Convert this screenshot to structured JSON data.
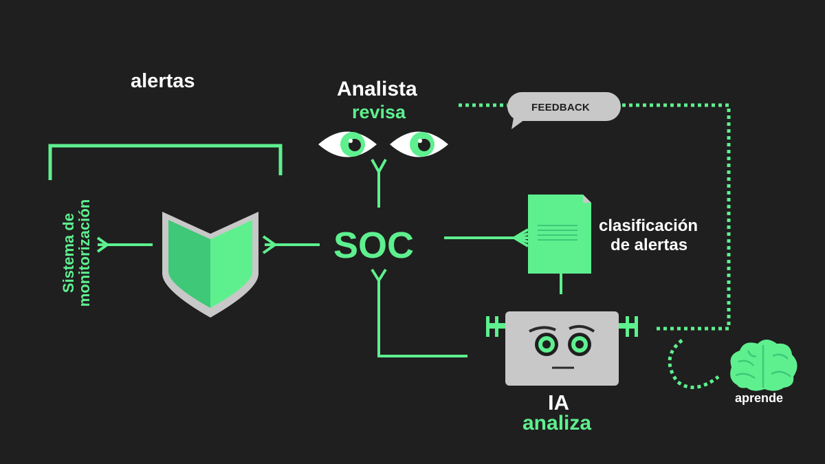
{
  "labels": {
    "alertas": "alertas",
    "analista": "Analista",
    "revisa": "revisa",
    "soc": "SOC",
    "clasificacion_line1": "clasificación",
    "clasificacion_line2": "de alertas",
    "ia": "IA",
    "analiza": "analiza",
    "aprende": "aprende",
    "feedback": "FEEDBACK",
    "sistema_line1": "Sistema de",
    "sistema_line2": "monitorización"
  },
  "colors": {
    "background": "#1f1f1f",
    "accent_green": "#5ef08f",
    "shield_dark": "#3ec878",
    "gray": "#c8c8c8",
    "white": "#ffffff"
  },
  "icons": [
    "shield-icon",
    "eye-icon",
    "document-icon",
    "robot-icon",
    "brain-icon",
    "speech-bubble-icon"
  ]
}
